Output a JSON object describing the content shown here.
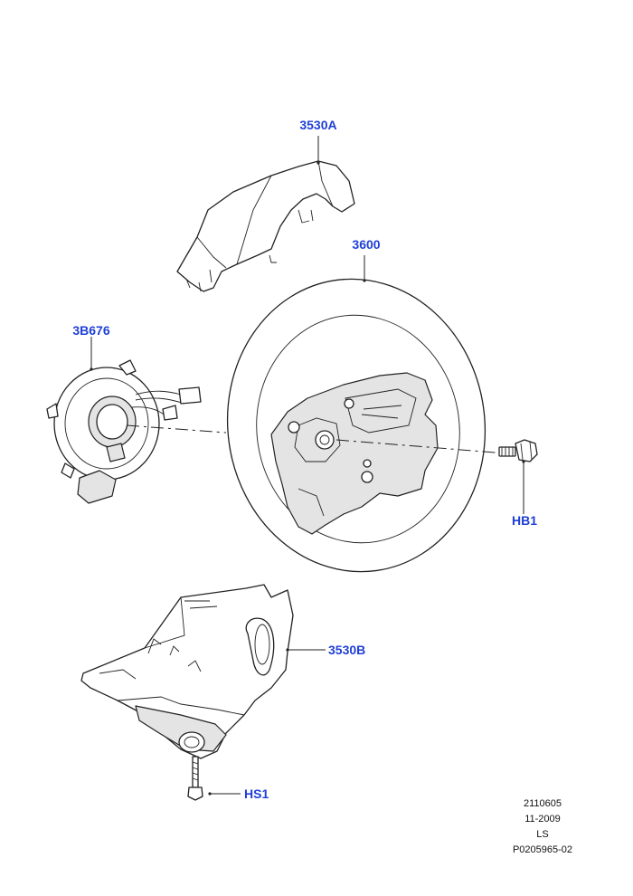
{
  "callouts": {
    "upper_shroud": "3530A",
    "steering_wheel": "3600",
    "clockspring": "3B676",
    "wheel_bolt": "HB1",
    "lower_shroud": "3530B",
    "shroud_screw": "HS1"
  },
  "stamp": {
    "line1": "2110605",
    "line2": "11-2009",
    "line3": "LS",
    "line4": "P0205965-02"
  },
  "colors": {
    "callout_text": "#1f3fd6",
    "line_art": "#222222"
  }
}
